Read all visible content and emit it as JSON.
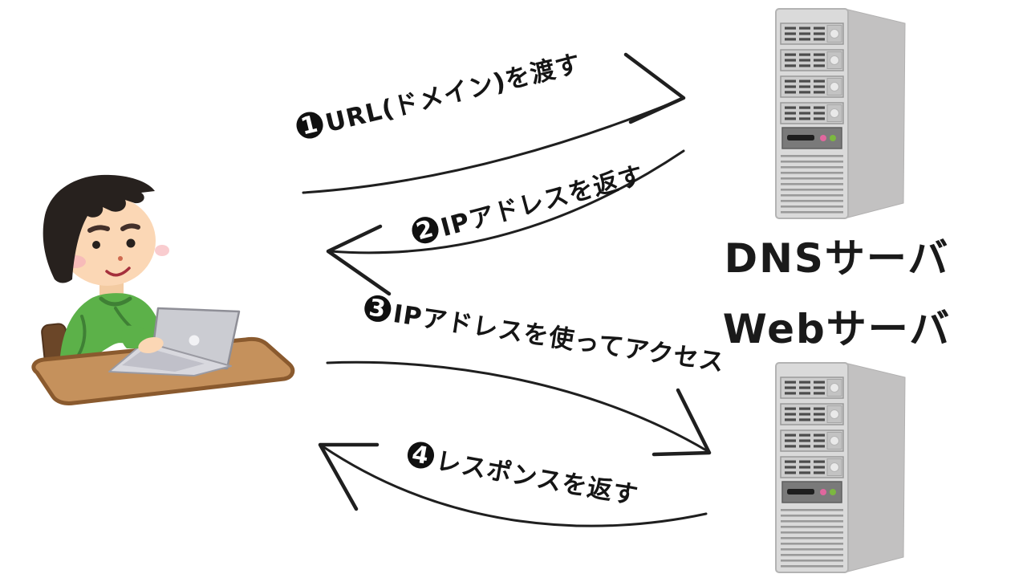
{
  "diagram": {
    "title_semantic": "dns-web-request-flow",
    "background": "#ffffff",
    "arrow_color": "#1f1f1f",
    "steps": [
      {
        "num": "1",
        "text": "URL(ドメイン)を渡す",
        "from": "user",
        "to": "dns-server"
      },
      {
        "num": "2",
        "text": "IPアドレスを返す",
        "from": "dns-server",
        "to": "user"
      },
      {
        "num": "3",
        "text": "IPアドレスを使ってアクセス",
        "from": "user",
        "to": "web-server"
      },
      {
        "num": "4",
        "text": "レスポンスを返す",
        "from": "web-server",
        "to": "user"
      }
    ],
    "servers": [
      {
        "label": "DNSサーバ"
      },
      {
        "label": "Webサーバ"
      }
    ],
    "colors": {
      "server_front": "#dadada",
      "server_side": "#c2c1c1",
      "server_slats": "#4c4c4c",
      "led_pink": "#e0679e",
      "led_green": "#7cb840",
      "sweater_green": "#5cb149",
      "sweater_line": "#3f8035",
      "skin": "#fbd7b5",
      "hair": "#27211e",
      "desk_brown": "#c5915c",
      "desk_outline": "#8a5a2e",
      "laptop_gray": "#cbccd2",
      "chair_brown": "#6b4628"
    }
  }
}
